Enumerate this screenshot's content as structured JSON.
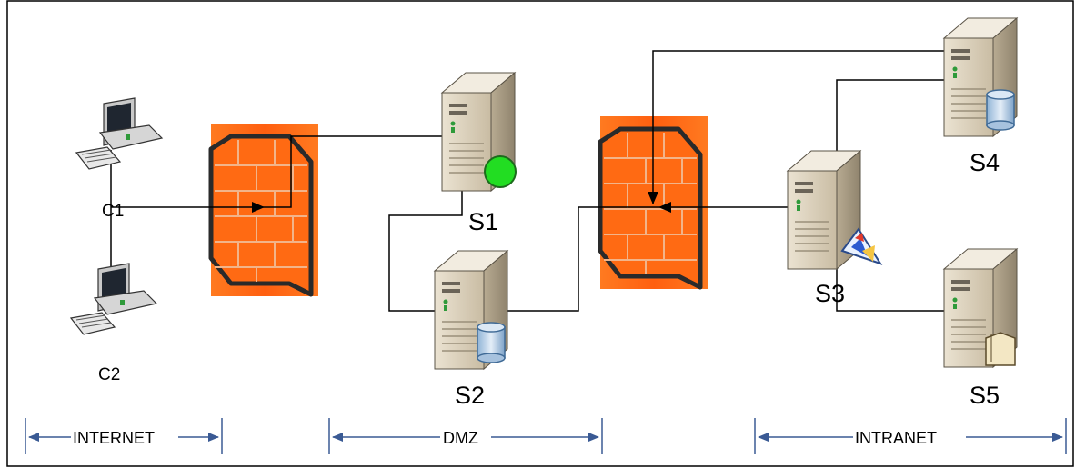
{
  "nodes": {
    "c1": {
      "label": "C1",
      "kind": "workstation"
    },
    "c2": {
      "label": "C2",
      "kind": "workstation"
    },
    "s1": {
      "label": "S1",
      "kind": "server",
      "badge": "green-status-dot-icon"
    },
    "s2": {
      "label": "S2",
      "kind": "server",
      "badge": "database-icon"
    },
    "s3": {
      "label": "S3",
      "kind": "server",
      "badge": "application-icon"
    },
    "s4": {
      "label": "S4",
      "kind": "server",
      "badge": "database-icon"
    },
    "s5": {
      "label": "S5",
      "kind": "server",
      "badge": "file-icon"
    }
  },
  "firewalls": [
    {
      "name": "firewall-internet-dmz",
      "icon": "firewall-icon"
    },
    {
      "name": "firewall-dmz-intranet",
      "icon": "firewall-icon"
    }
  ],
  "zones": {
    "internet": "INTERNET",
    "dmz": "DMZ",
    "intranet": "INTRANET"
  },
  "colors": {
    "firewall_orange": "#ff6a13",
    "firewall_brick": "#e8622a",
    "server_beige": "#d8cdb8",
    "status_green": "#22dd22",
    "zone_line": "#3a5a94",
    "connector": "#000000"
  }
}
